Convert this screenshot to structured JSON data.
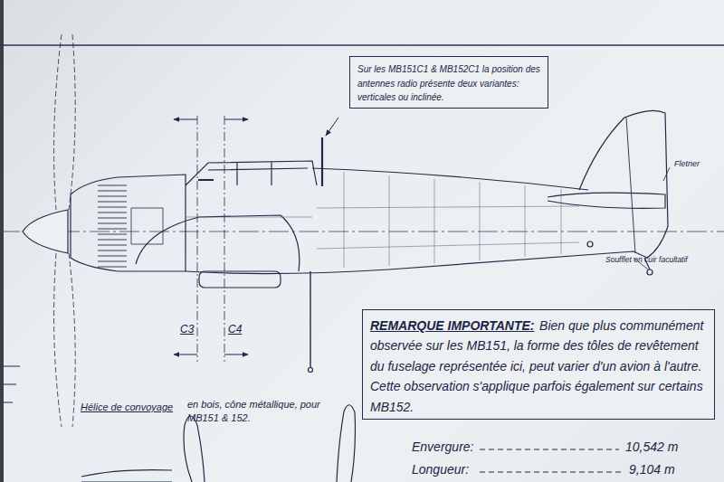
{
  "diagram": {
    "nodes": [
      {
        "text": [
          "Sur les MB151C1 & MB152C1 la position des antennes radio présente deux variantes: verticales ou inclinée."
        ]
      },
      {
        "text": [
          "REMARQUE IMPORTANTE:",
          "Bien que plus communément observée sur les MB151, la forme des tôles de revêtement du fuselage représentée ici, peut varier d'un avion à l'autre. Cette observation s'applique parfois également sur certains MB152."
        ]
      }
    ],
    "labels": [
      "Fletner",
      "Soufflet en cuir facultatif",
      "C3",
      "C4",
      "Hélice de convoyage",
      "en bois, cône métallique, pour MB151 & 152.",
      "Envergure:",
      "10,542 m",
      "Longueur:",
      "9,104 m"
    ]
  }
}
